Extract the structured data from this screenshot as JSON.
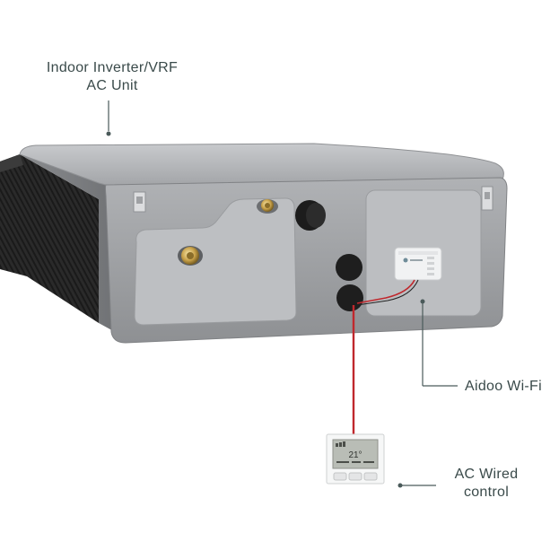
{
  "labels": {
    "indoor_unit": {
      "line1": "Indoor Inverter/VRF",
      "line2": "AC Unit"
    },
    "aidoo": "Aidoo Wi-Fi",
    "wired_control": {
      "line1": "AC Wired",
      "line2": "control"
    },
    "thermostat_display": "21°"
  },
  "colors": {
    "label_text": "#3a4a4a",
    "leader_line": "#4a5a5a",
    "cable": "#c0282d",
    "unit_body": "#a9abae",
    "unit_panel": "#b8babd",
    "grille": "#2b2b2b"
  }
}
